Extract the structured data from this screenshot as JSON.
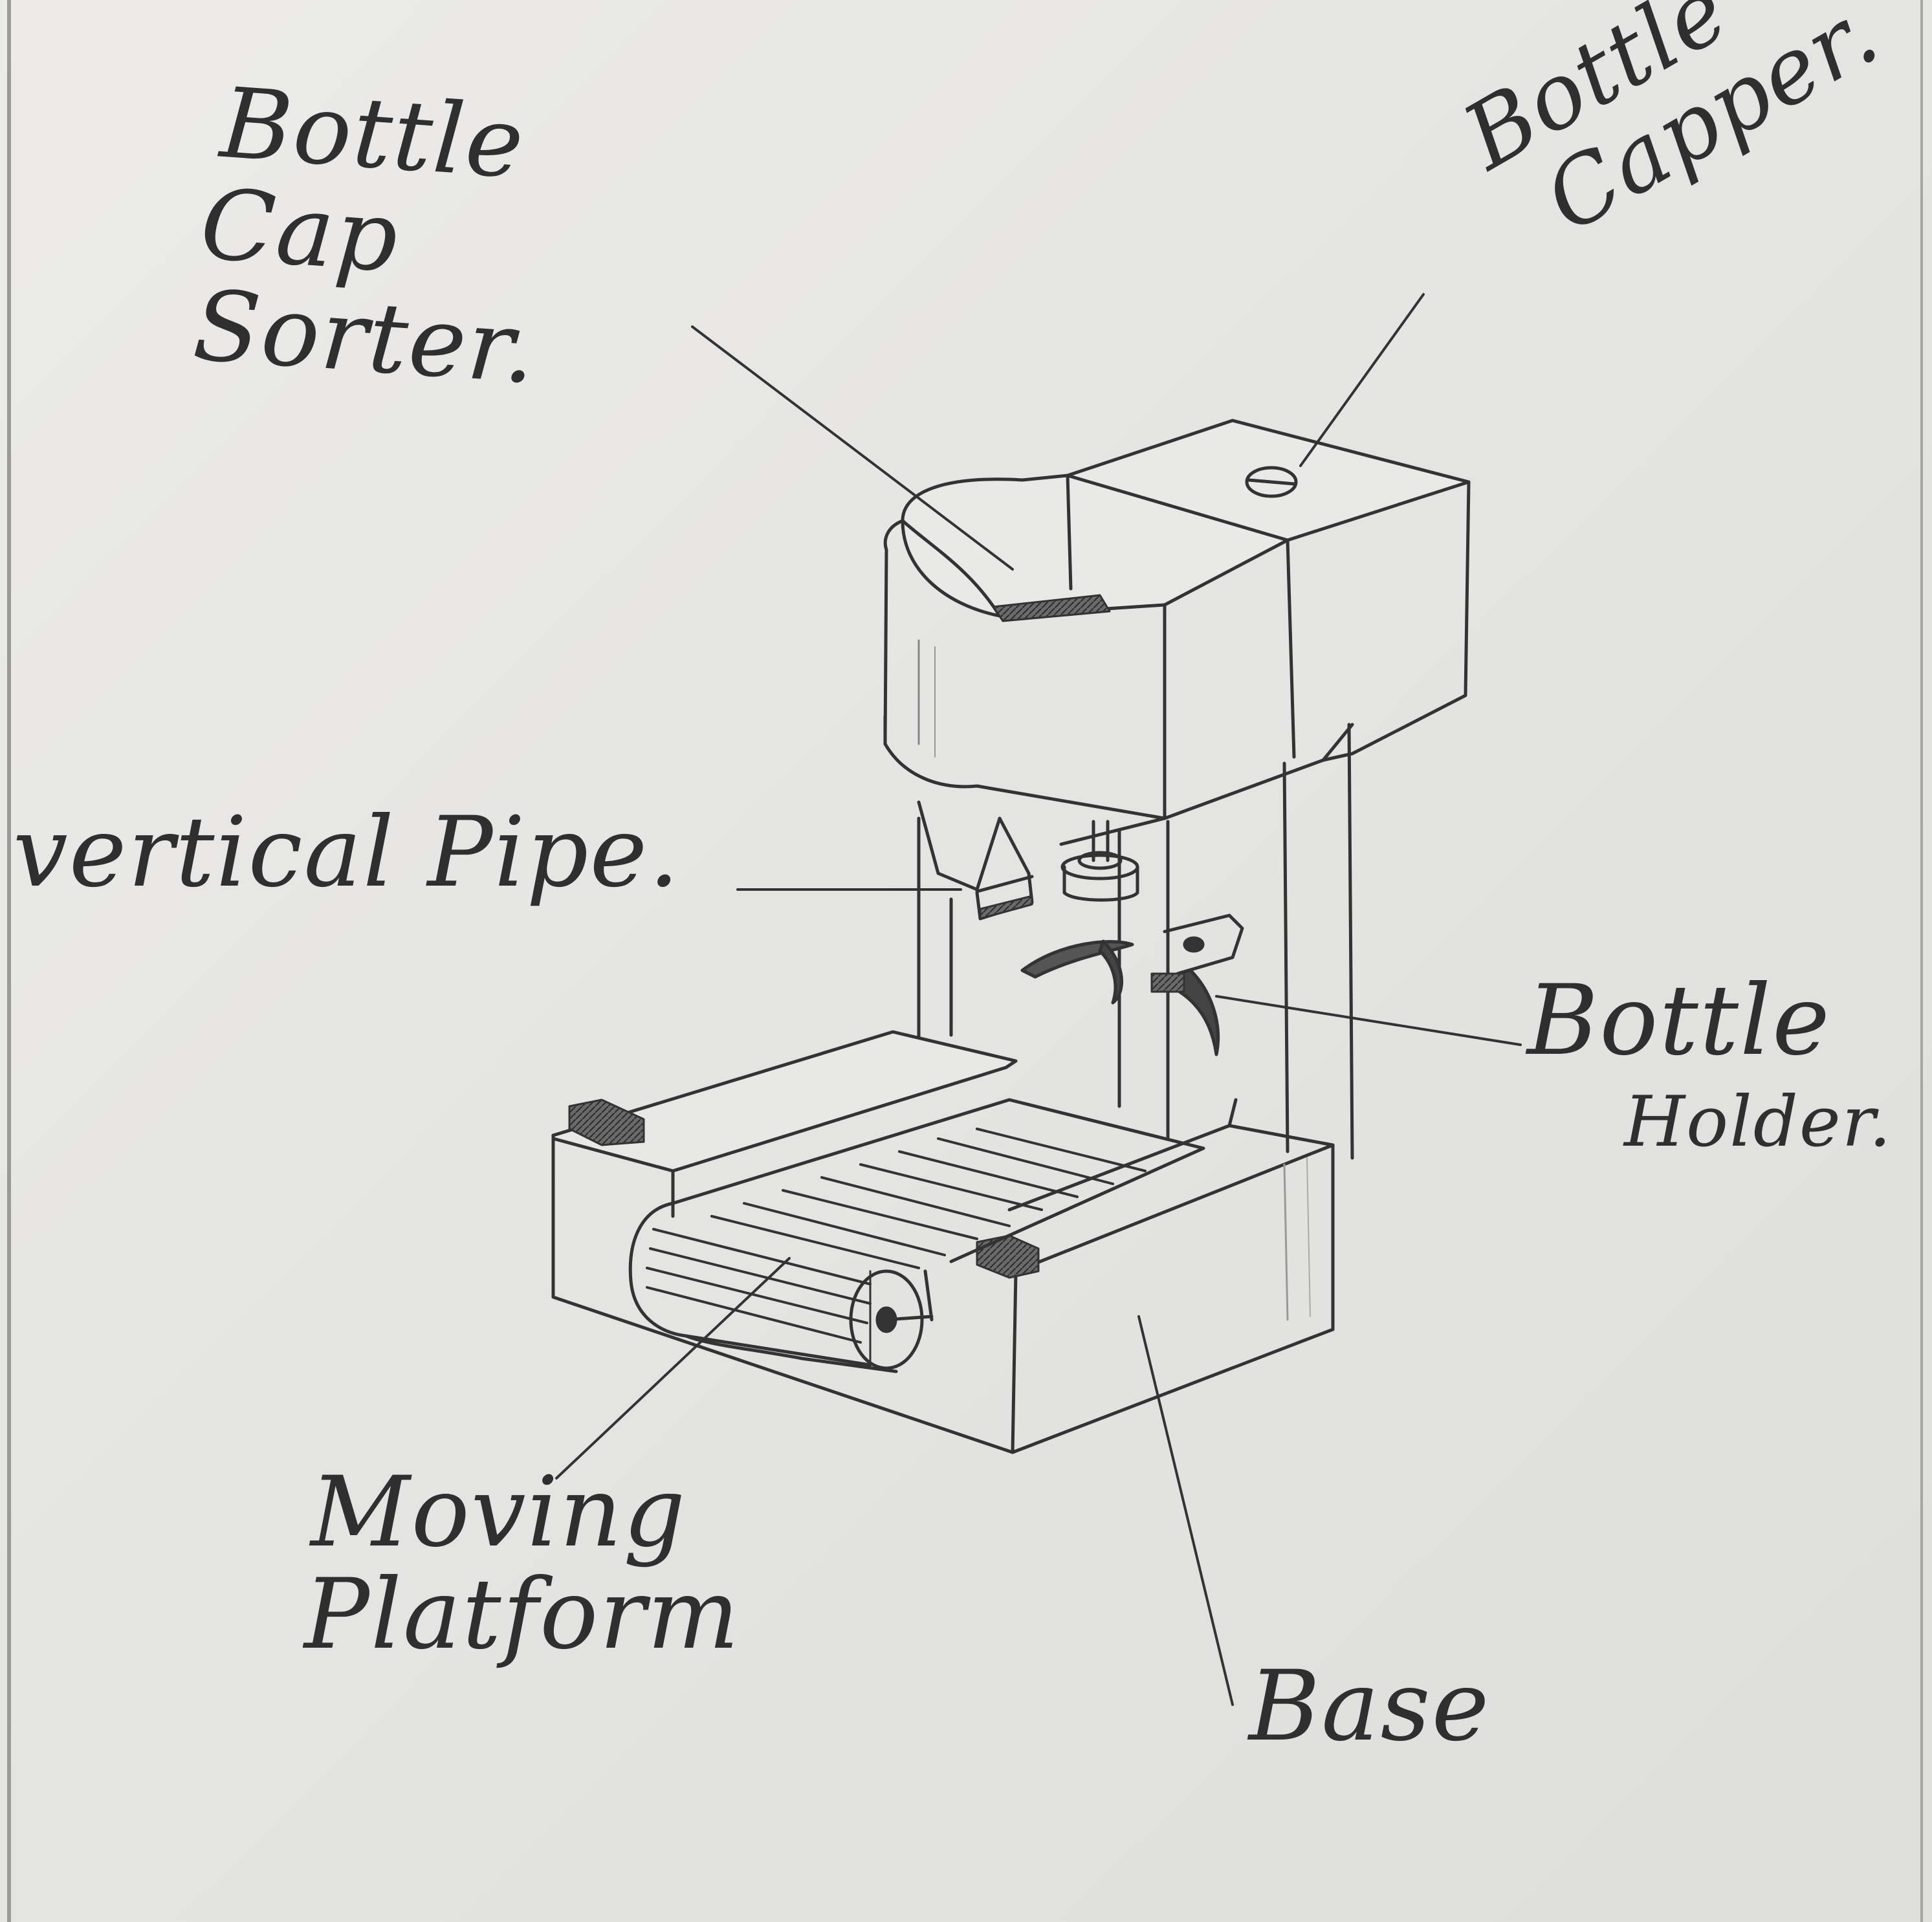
{
  "diagram": {
    "labels": {
      "cap_sorter": [
        "Bottle",
        "Cap",
        "Sorter."
      ],
      "capper": [
        "Bottle",
        "Capper."
      ],
      "vertical_pipe": "vertical Pipe.",
      "bottle_holder": [
        "Bottle",
        "Holder."
      ],
      "moving_platform": [
        "Moving",
        "Platform"
      ],
      "base": "Base"
    },
    "colors": {
      "paper": "#e6e6e4",
      "pencil": "#2f2f2f",
      "shade": "#555555"
    }
  }
}
